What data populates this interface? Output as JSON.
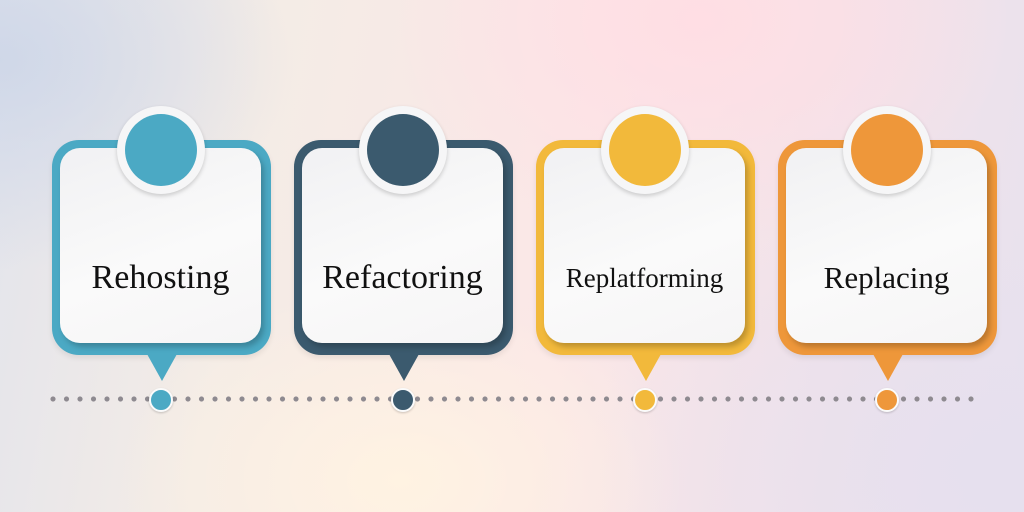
{
  "diagram": {
    "type": "horizontal-timeline",
    "steps": [
      {
        "label": "Rehosting",
        "color": "#4BA9C4"
      },
      {
        "label": "Refactoring",
        "color": "#3B5A6E"
      },
      {
        "label": "Replatforming",
        "color": "#F2B93B"
      },
      {
        "label": "Replacing",
        "color": "#EE973A"
      }
    ],
    "connector": {
      "style": "dotted",
      "color": "#8E8A90"
    }
  }
}
